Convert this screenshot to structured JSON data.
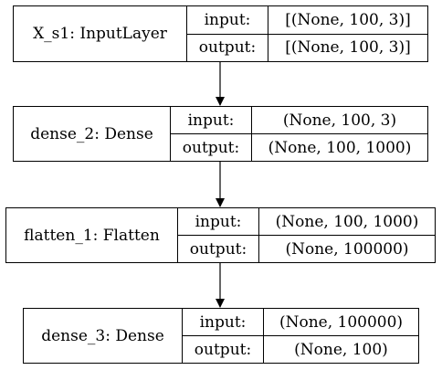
{
  "nodes": [
    {
      "name": "X_s1: InputLayer",
      "input_label": "input:",
      "input_value": "[(None, 100, 3)]",
      "output_label": "output:",
      "output_value": "[(None, 100, 3)]"
    },
    {
      "name": "dense_2: Dense",
      "input_label": "input:",
      "input_value": "(None, 100, 3)",
      "output_label": "output:",
      "output_value": "(None, 100, 1000)"
    },
    {
      "name": "flatten_1: Flatten",
      "input_label": "input:",
      "input_value": "(None, 100, 1000)",
      "output_label": "output:",
      "output_value": "(None, 100000)"
    },
    {
      "name": "dense_3: Dense",
      "input_label": "input:",
      "input_value": "(None, 100000)",
      "output_label": "output:",
      "output_value": "(None, 100)"
    }
  ]
}
